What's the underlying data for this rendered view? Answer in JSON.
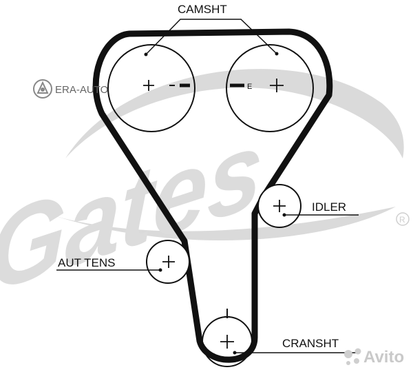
{
  "labels": {
    "camshaft": "CAMSHT",
    "idler": "IDLER",
    "tensioner": "AUT TENS",
    "crankshaft": "CRANSHT"
  },
  "watermarks": {
    "brand": "Gates",
    "shop": "ERA-AUTO",
    "marketplace": "Avito"
  },
  "colors": {
    "belt": "#111111",
    "logo_gray": "#d4d4d4",
    "ink": "#111111"
  }
}
